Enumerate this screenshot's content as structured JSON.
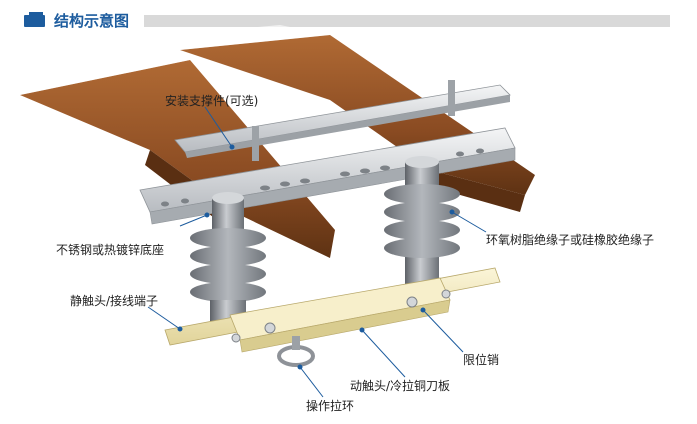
{
  "title": "结构示意图",
  "labels": {
    "mounting_bracket": "安装支撑件(可选)",
    "base": "不锈钢或热镀锌底座",
    "insulator": "环氧树脂绝缘子或硅橡胶绝缘子",
    "static_contact": "静触头/接线端子",
    "limit_pin": "限位销",
    "moving_contact": "动触头/冷拉铜刀板",
    "pull_ring": "操作拉环"
  },
  "colors": {
    "title": "#1d5c9e",
    "leader": "#1d5c9e",
    "wood": "#8a4b22",
    "insulator": "#8e9298",
    "copper_blade": "#f3e9b8"
  }
}
